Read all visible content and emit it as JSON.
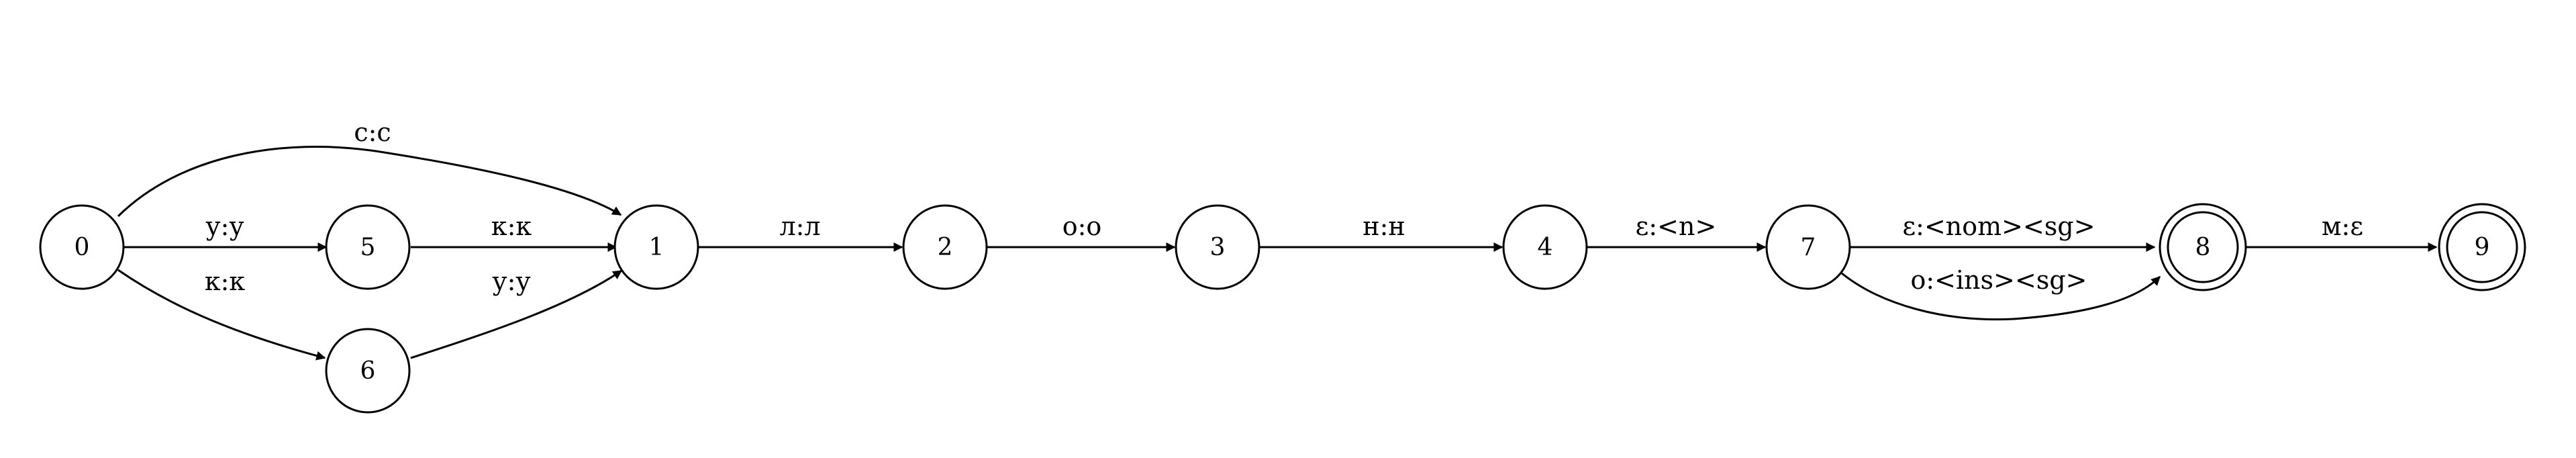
{
  "states": [
    {
      "id": "s0",
      "label": "0",
      "final": false
    },
    {
      "id": "s5",
      "label": "5",
      "final": false
    },
    {
      "id": "s6",
      "label": "6",
      "final": false
    },
    {
      "id": "s1",
      "label": "1",
      "final": false
    },
    {
      "id": "s2",
      "label": "2",
      "final": false
    },
    {
      "id": "s3",
      "label": "3",
      "final": false
    },
    {
      "id": "s4",
      "label": "4",
      "final": false
    },
    {
      "id": "s7",
      "label": "7",
      "final": false
    },
    {
      "id": "s8",
      "label": "8",
      "final": true
    },
    {
      "id": "s9",
      "label": "9",
      "final": true
    }
  ],
  "edges": [
    {
      "id": "e0_1",
      "from": "s0",
      "to": "s1",
      "label": "с:с"
    },
    {
      "id": "e0_5",
      "from": "s0",
      "to": "s5",
      "label": "у:у"
    },
    {
      "id": "e0_6",
      "from": "s0",
      "to": "s6",
      "label": "к:к"
    },
    {
      "id": "e5_1",
      "from": "s5",
      "to": "s1",
      "label": "к:к"
    },
    {
      "id": "e6_1",
      "from": "s6",
      "to": "s1",
      "label": "у:у"
    },
    {
      "id": "e1_2",
      "from": "s1",
      "to": "s2",
      "label": "л:л"
    },
    {
      "id": "e2_3",
      "from": "s2",
      "to": "s3",
      "label": "о:о"
    },
    {
      "id": "e3_4",
      "from": "s3",
      "to": "s4",
      "label": "н:н"
    },
    {
      "id": "e4_7",
      "from": "s4",
      "to": "s7",
      "label": "ε:<n>"
    },
    {
      "id": "e7_8a",
      "from": "s7",
      "to": "s8",
      "label": "ε:<nom><sg>"
    },
    {
      "id": "e7_8b",
      "from": "s7",
      "to": "s8",
      "label": "о:<ins><sg>"
    },
    {
      "id": "e8_9",
      "from": "s8",
      "to": "s9",
      "label": "м:ε"
    }
  ]
}
